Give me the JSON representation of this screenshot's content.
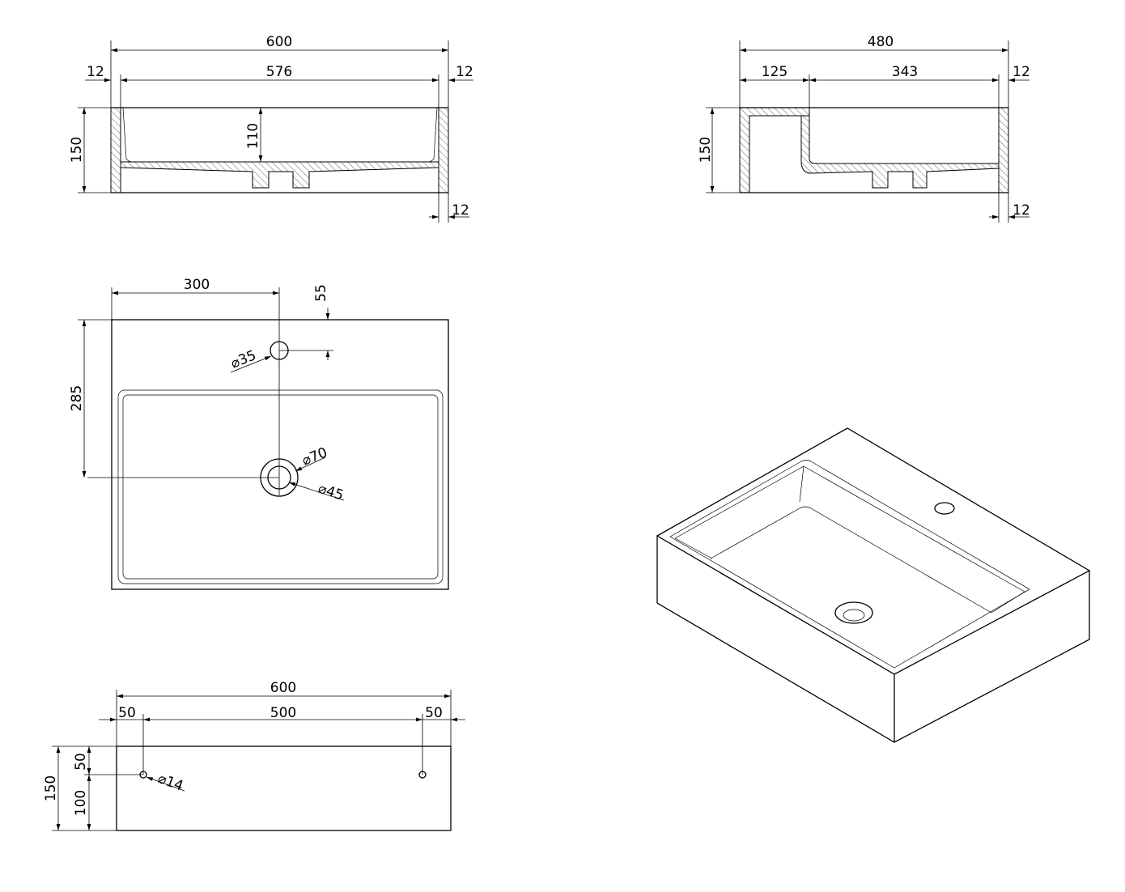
{
  "front_section": {
    "width_total": "600",
    "inner_width": "576",
    "wall_left": "12",
    "wall_right": "12",
    "height": "150",
    "depth": "110",
    "bottom_wall": "12"
  },
  "side_section": {
    "depth_total": "480",
    "deck": "125",
    "basin": "343",
    "wall_right": "12",
    "height": "150",
    "bottom_wall": "12"
  },
  "plan_view": {
    "tap_offset_x": "300",
    "tap_offset_y": "55",
    "drain_offset_y": "285",
    "tap_hole_dia": "⌀35",
    "drain_outer_dia": "⌀70",
    "drain_inner_dia": "⌀45"
  },
  "back_view": {
    "width_total": "600",
    "left_offset": "50",
    "hole_spacing": "500",
    "right_offset": "50",
    "height": "150",
    "hole_height_top": "50",
    "hole_height_bottom": "100",
    "hole_dia": "⌀14"
  }
}
